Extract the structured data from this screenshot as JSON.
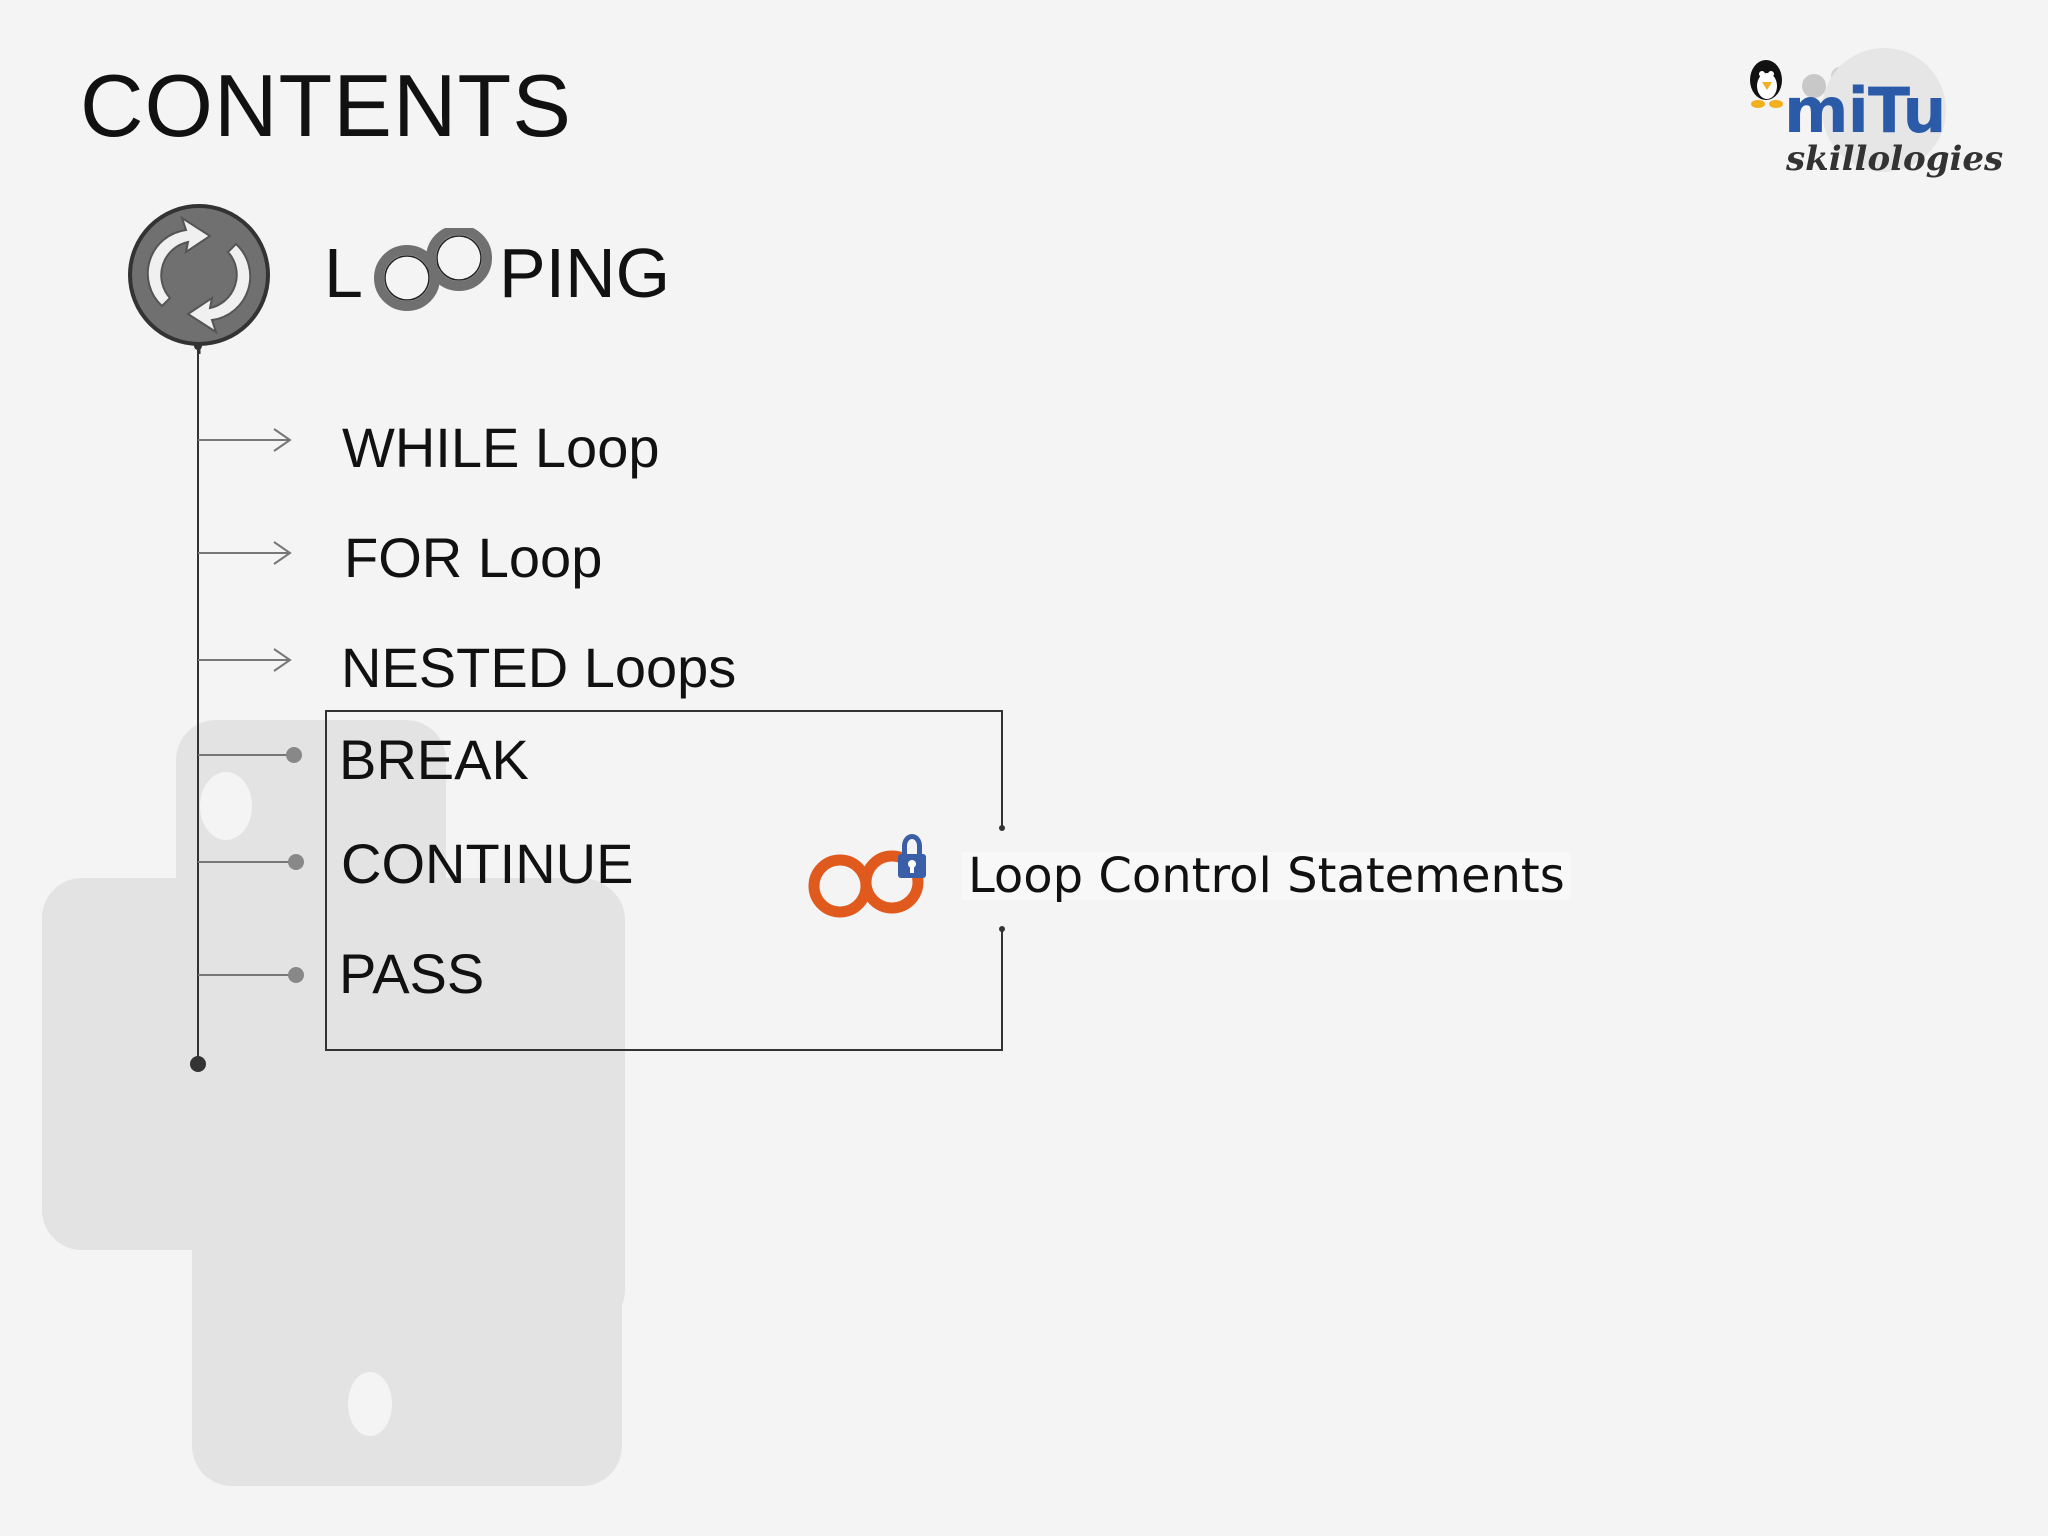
{
  "slide": {
    "title": "CONTENTS",
    "heading": {
      "prefix": "L",
      "suffix": "PING"
    },
    "items": [
      {
        "label": "WHILE Loop"
      },
      {
        "label": "FOR Loop"
      },
      {
        "label": "NESTED Loops"
      },
      {
        "label": "BREAK"
      },
      {
        "label": "CONTINUE"
      },
      {
        "label": "PASS"
      }
    ],
    "group_label": "Loop Control Statements",
    "logo": {
      "brand": "miTu",
      "tagline": "skillologies"
    },
    "colors": {
      "background": "#f4f4f4",
      "text": "#111111",
      "accent_orange": "#e05a1e",
      "lock_blue": "#3b5ea8",
      "icon_gray": "#6e6e6e",
      "logo_blue": "#2a5aa8"
    },
    "icons": {
      "heading_icon": "refresh-cycle-icon",
      "heading_glyph": "double-ring-o-icon",
      "group_icon": "infinity-lock-icon",
      "logo_mascot": "penguin-icon"
    }
  }
}
